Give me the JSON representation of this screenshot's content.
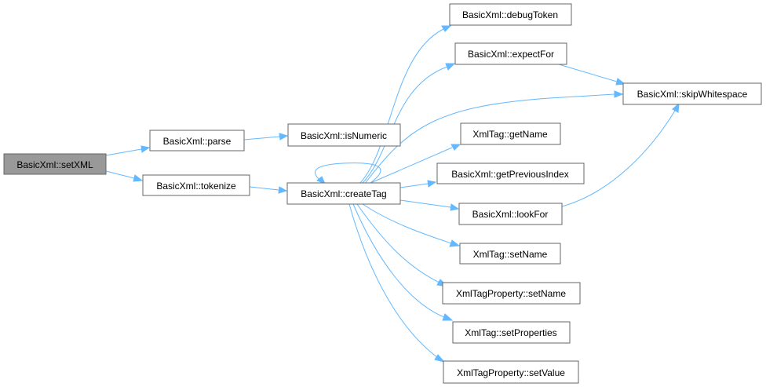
{
  "graph": {
    "nodes": {
      "setXML": "BasicXml::setXML",
      "parse": "BasicXml::parse",
      "tokenize": "BasicXml::tokenize",
      "isNumeric": "BasicXml::isNumeric",
      "createTag": "BasicXml::createTag",
      "debugToken": "BasicXml::debugToken",
      "expectFor": "BasicXml::expectFor",
      "skipWhitespace": "BasicXml::skipWhitespace",
      "getName": "XmlTag::getName",
      "getPreviousIndex": "BasicXml::getPreviousIndex",
      "lookFor": "BasicXml::lookFor",
      "tagSetName": "XmlTag::setName",
      "propSetName": "XmlTagProperty::setName",
      "setProperties": "XmlTag::setProperties",
      "propSetValue": "XmlTagProperty::setValue"
    },
    "edges": [
      [
        "setXML",
        "parse"
      ],
      [
        "setXML",
        "tokenize"
      ],
      [
        "parse",
        "isNumeric"
      ],
      [
        "tokenize",
        "createTag"
      ],
      [
        "createTag",
        "createTag"
      ],
      [
        "createTag",
        "debugToken"
      ],
      [
        "createTag",
        "expectFor"
      ],
      [
        "createTag",
        "skipWhitespace"
      ],
      [
        "createTag",
        "getName"
      ],
      [
        "createTag",
        "getPreviousIndex"
      ],
      [
        "createTag",
        "lookFor"
      ],
      [
        "createTag",
        "tagSetName"
      ],
      [
        "createTag",
        "propSetName"
      ],
      [
        "createTag",
        "setProperties"
      ],
      [
        "createTag",
        "propSetValue"
      ],
      [
        "expectFor",
        "skipWhitespace"
      ],
      [
        "lookFor",
        "skipWhitespace"
      ]
    ],
    "colors": {
      "edge": "#63b8ff",
      "node_border": "#666666",
      "root_fill": "#999999"
    }
  }
}
